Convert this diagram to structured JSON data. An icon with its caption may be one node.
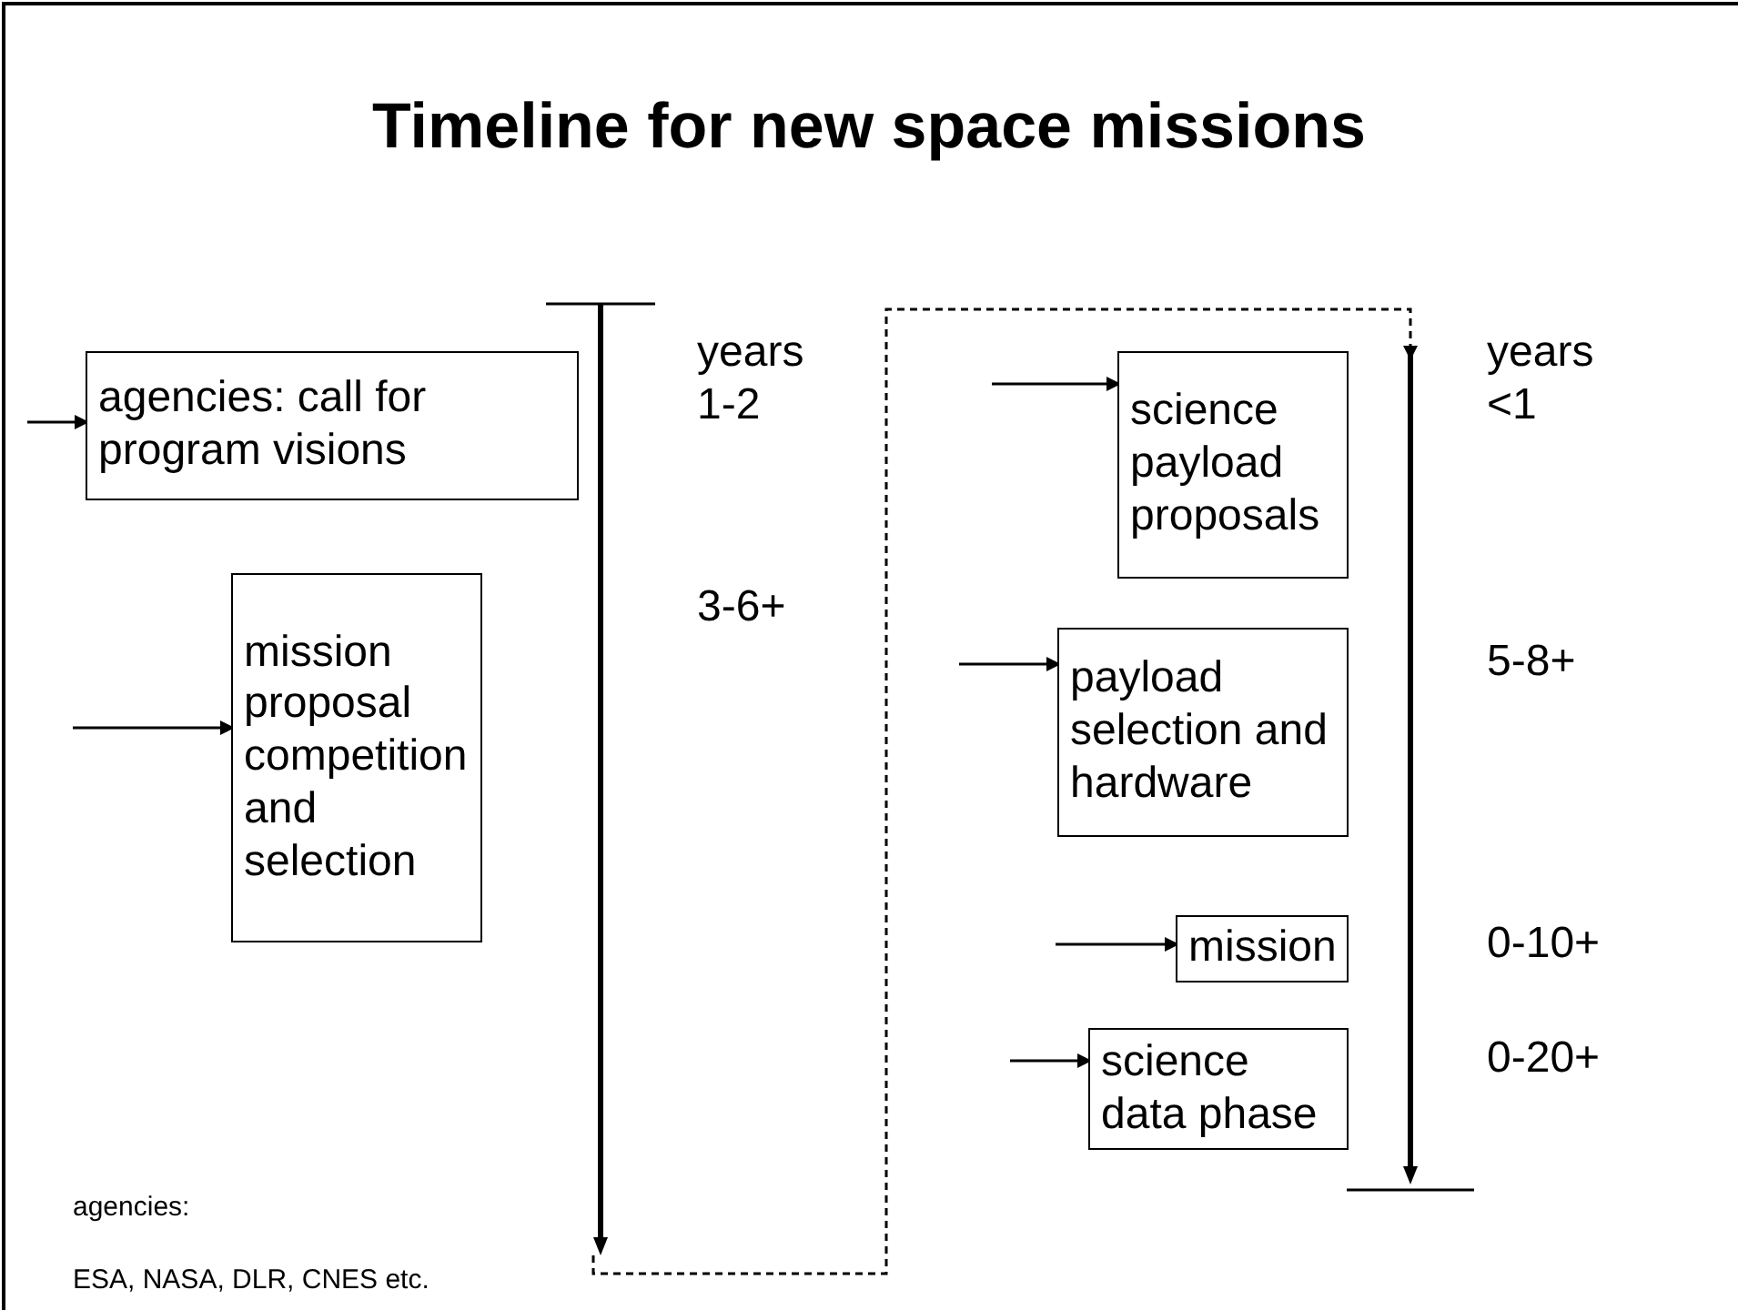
{
  "diagram": {
    "title": "Timeline for new space missions",
    "nodes": [
      {
        "text": [
          "agencies: call for program visions"
        ]
      },
      {
        "text": [
          "mission proposal competition and selection"
        ]
      },
      {
        "text": [
          "science payload proposals"
        ]
      },
      {
        "text": [
          "payload selection and hardware"
        ]
      },
      {
        "text": [
          "mission"
        ]
      },
      {
        "text": [
          "science data phase"
        ]
      },
      {
        "text": [],
        "shape": "bar"
      },
      {
        "text": [],
        "shape": "bar"
      }
    ],
    "edges": [
      {
        "from": null,
        "to": 0,
        "arrow": "to"
      },
      {
        "from": null,
        "to": 1,
        "arrow": "to"
      },
      {
        "from": null,
        "to": 2,
        "arrow": "to"
      },
      {
        "from": null,
        "to": 3,
        "arrow": "to"
      },
      {
        "from": null,
        "to": 4,
        "arrow": "to"
      },
      {
        "from": null,
        "to": 5,
        "arrow": "to"
      },
      {
        "from": 6,
        "to": 7,
        "arrow": "to",
        "style": "dashed"
      }
    ],
    "labels": [
      "years 1-2",
      "3-6+",
      "years <1",
      "5-8+",
      "0-10+",
      "0-20+",
      "agencies:",
      "ESA, NASA, DLR, CNES etc."
    ]
  }
}
